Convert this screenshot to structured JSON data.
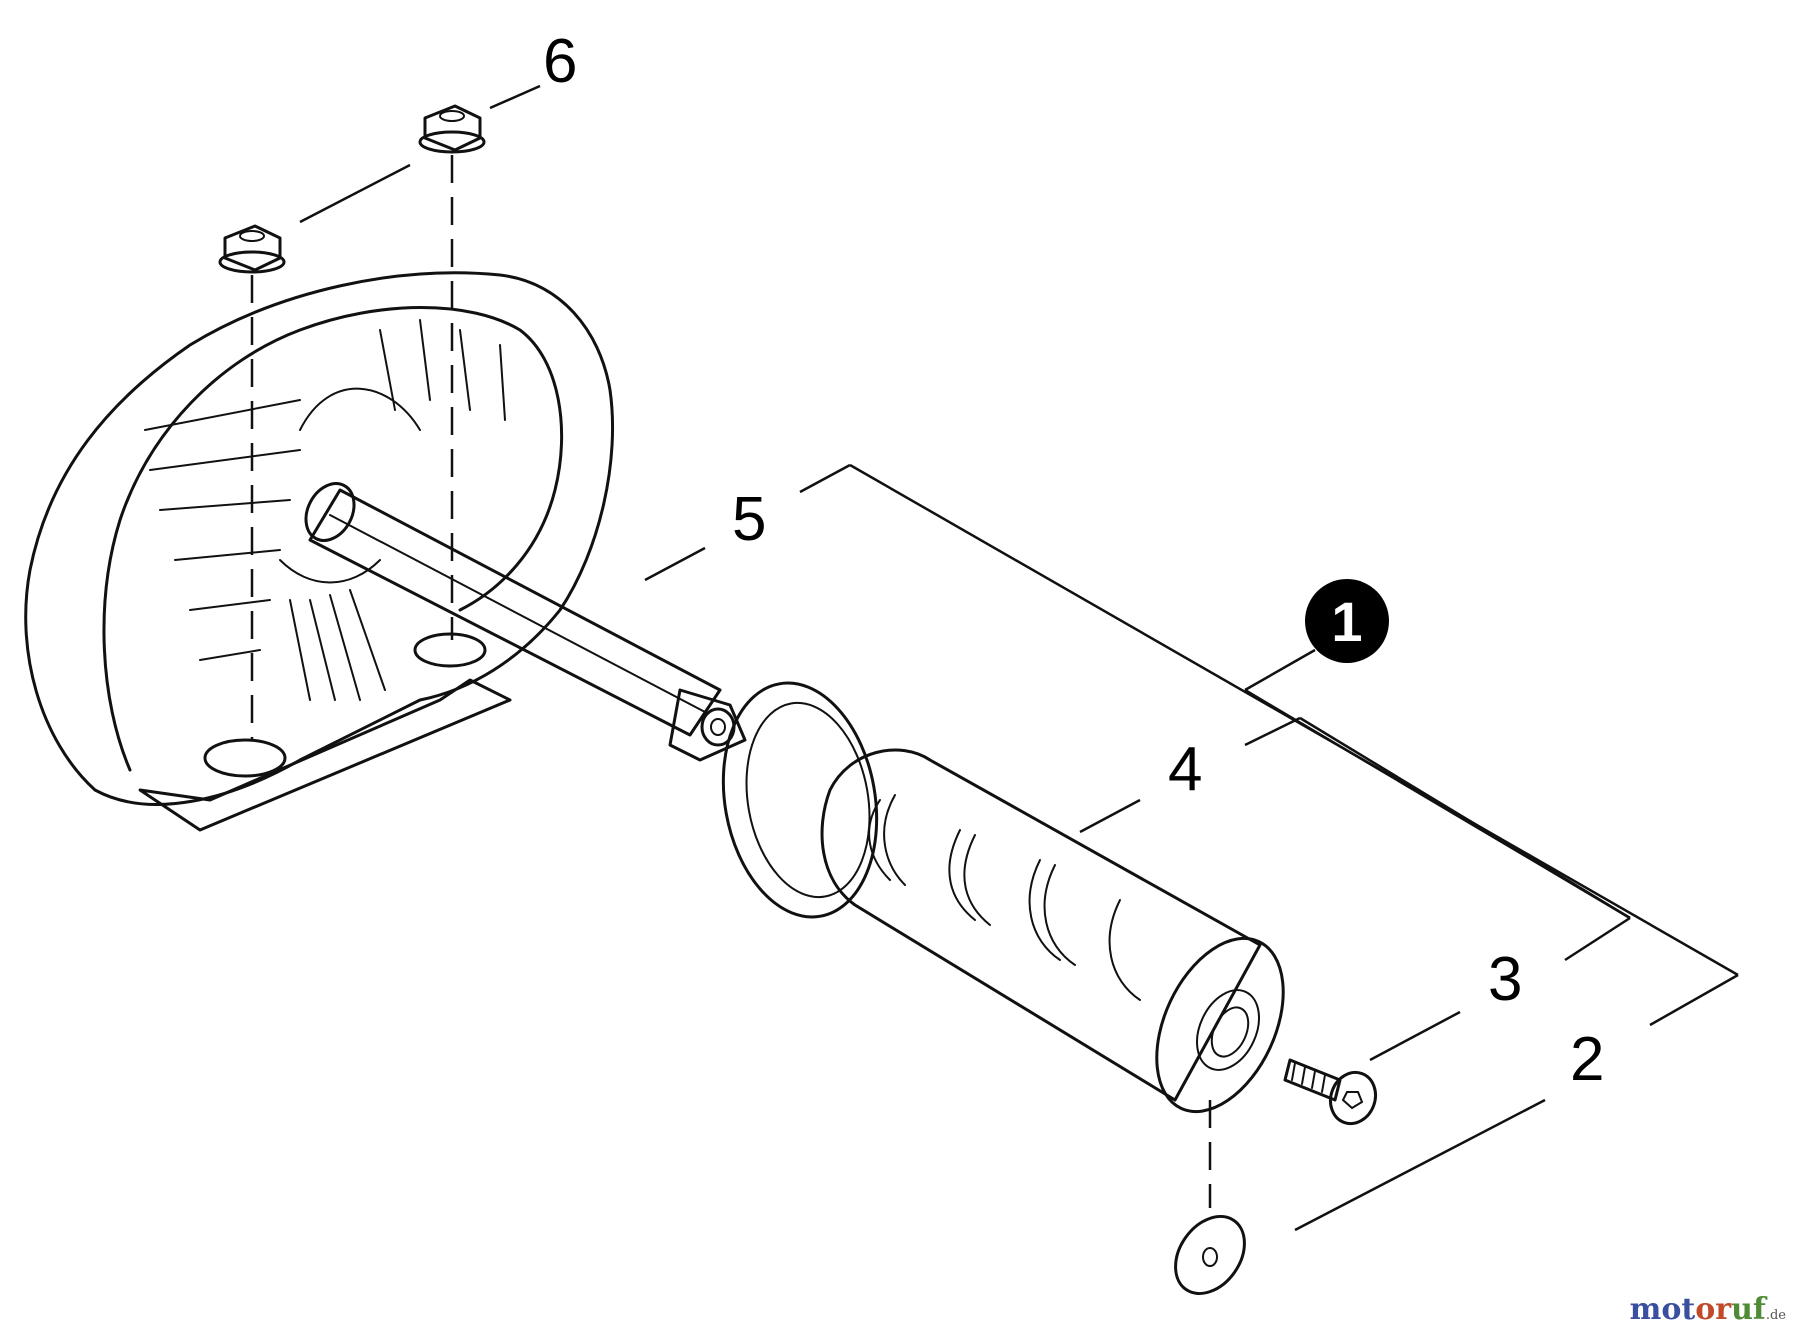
{
  "callouts": {
    "assembly": "1",
    "part_2": "2",
    "part_3": "3",
    "part_4": "4",
    "part_5": "5",
    "part_6": "6"
  },
  "watermark": {
    "part1": "mot",
    "part2": "or",
    "part3": "uf",
    "tld": ".de"
  }
}
